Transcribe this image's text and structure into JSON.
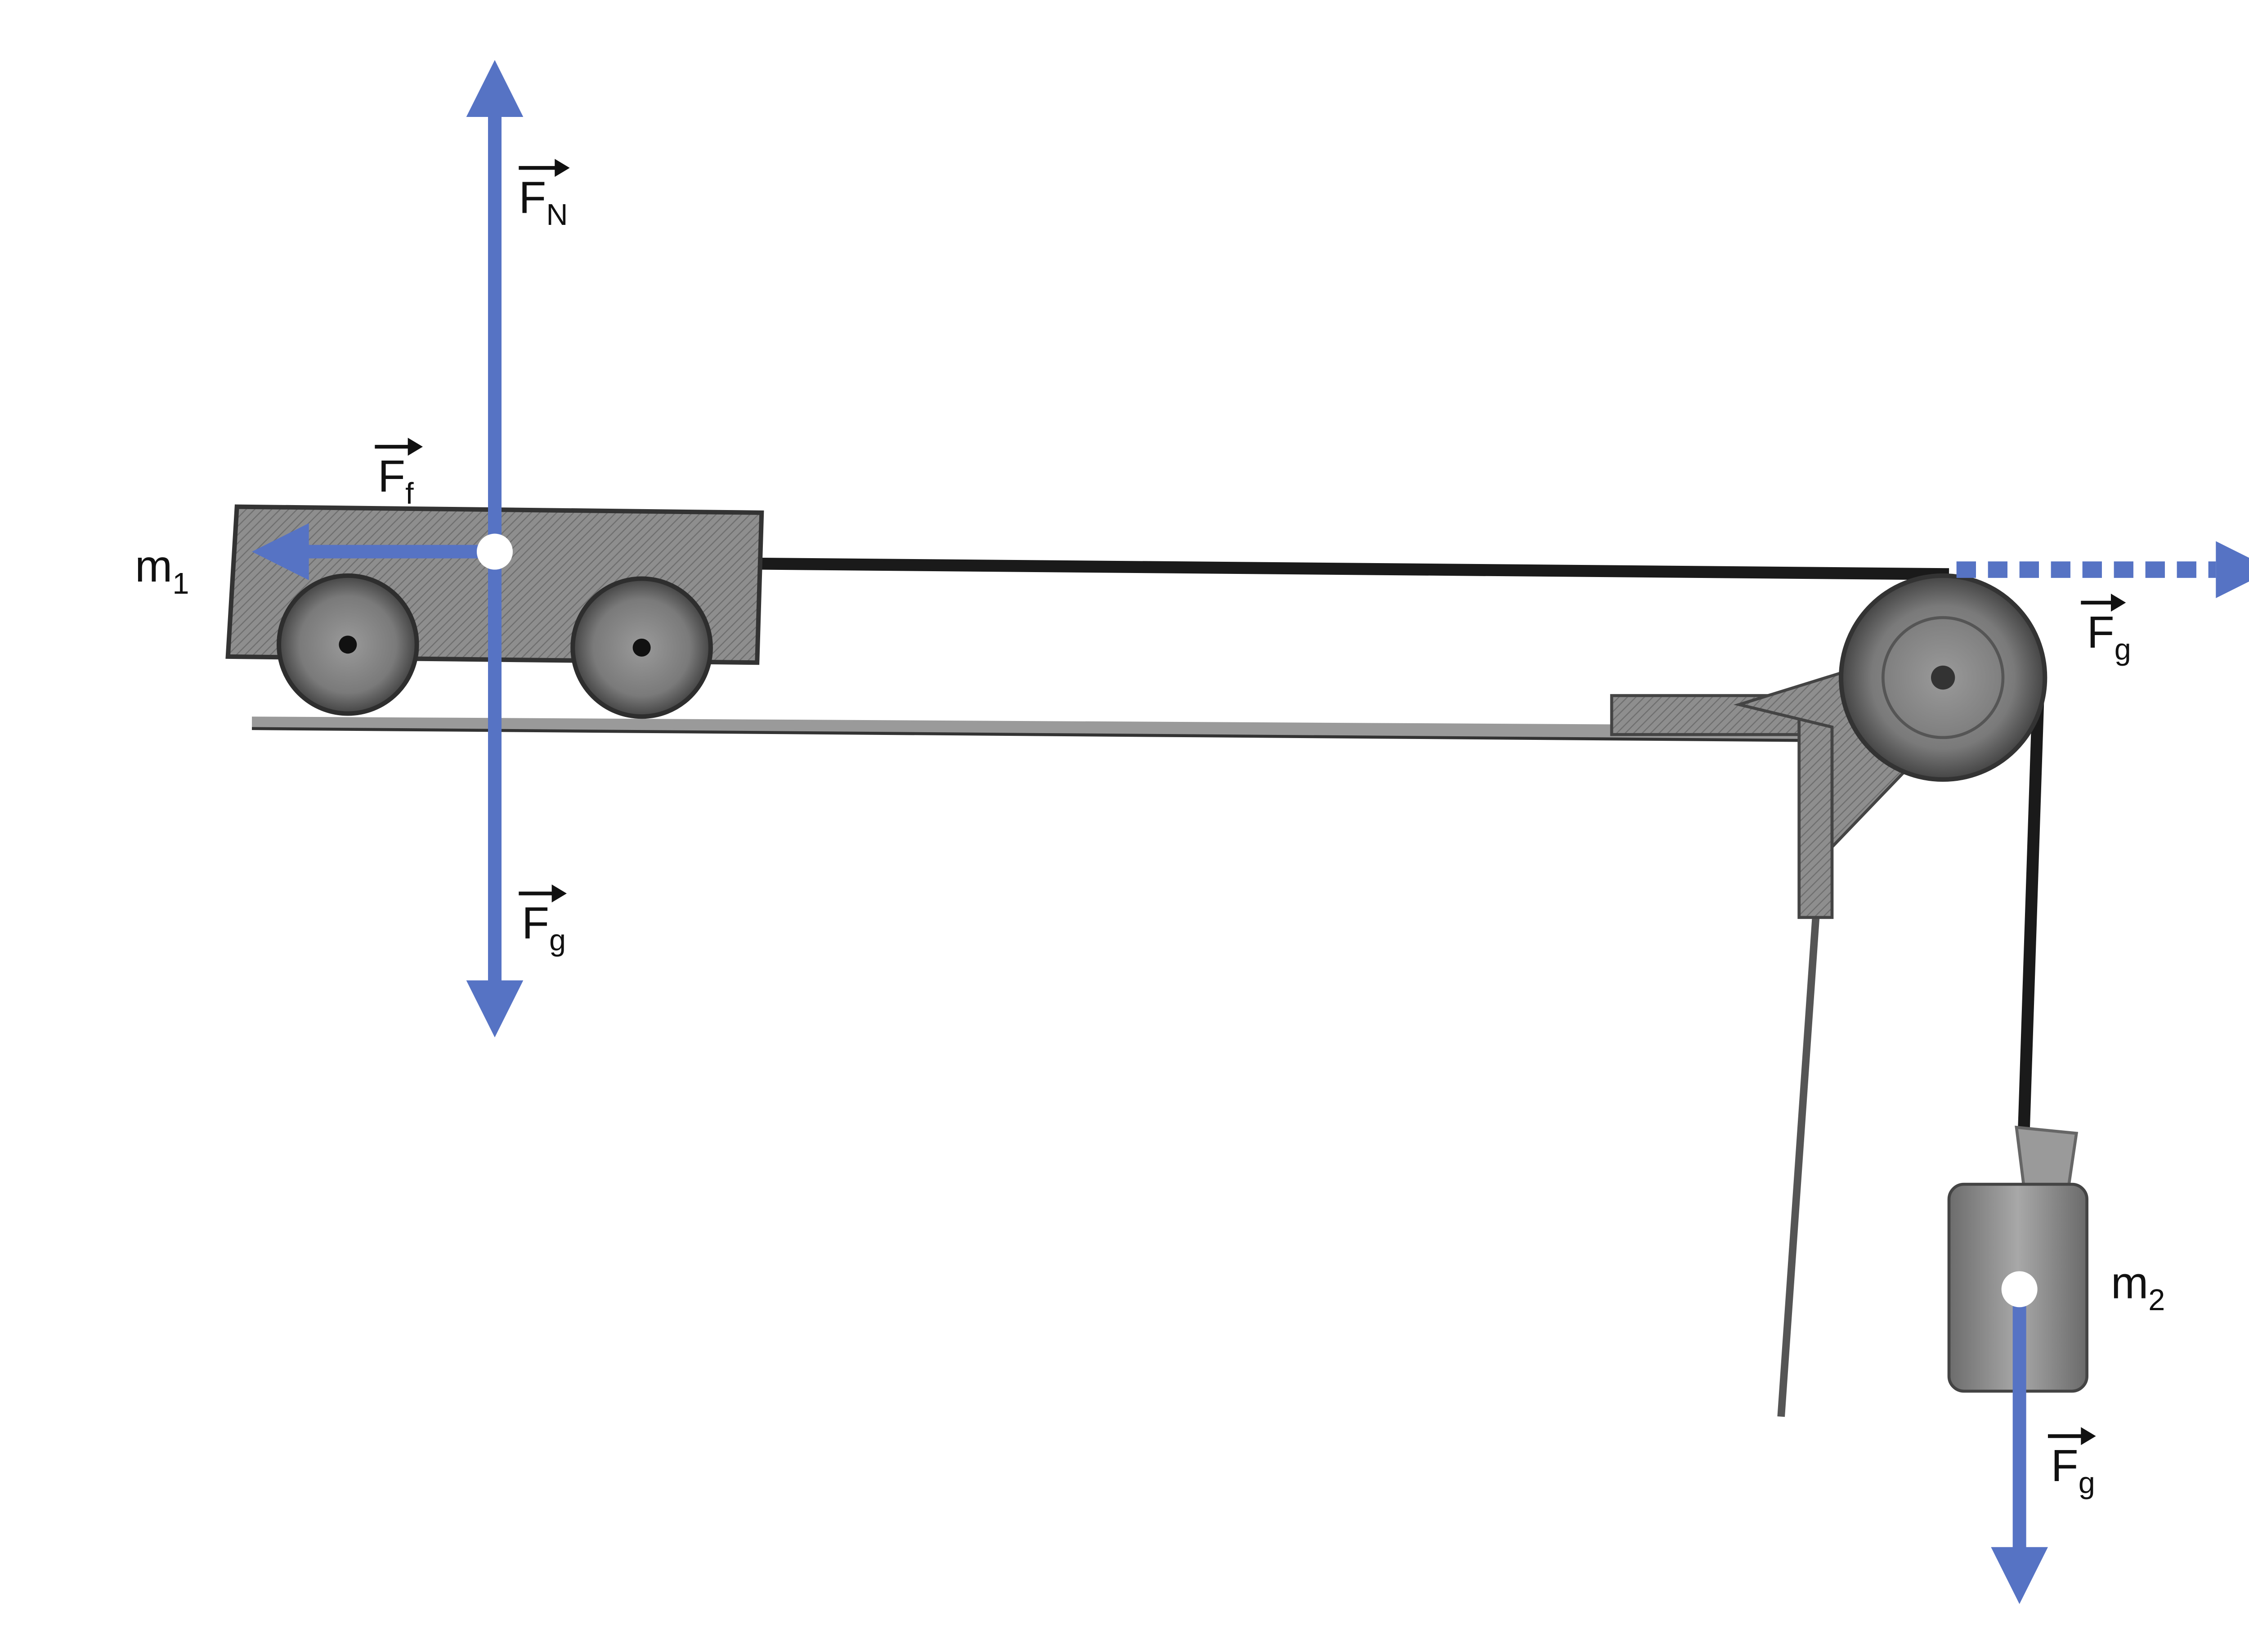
{
  "diagram": {
    "masses": {
      "m1": {
        "base": "m",
        "sub": "1"
      },
      "m2": {
        "base": "m",
        "sub": "2"
      }
    },
    "forces": {
      "normal": {
        "base": "F",
        "sub": "N"
      },
      "friction": {
        "base": "F",
        "sub": "f"
      },
      "gravity_m1": {
        "base": "F",
        "sub": "g"
      },
      "gravity_transferred": {
        "base": "F",
        "sub": "g"
      },
      "gravity_m2": {
        "base": "F",
        "sub": "g"
      }
    },
    "colors": {
      "arrow": "#5673c4",
      "apparatus": "#8c8c8c",
      "rope": "#1a1a1a"
    }
  }
}
